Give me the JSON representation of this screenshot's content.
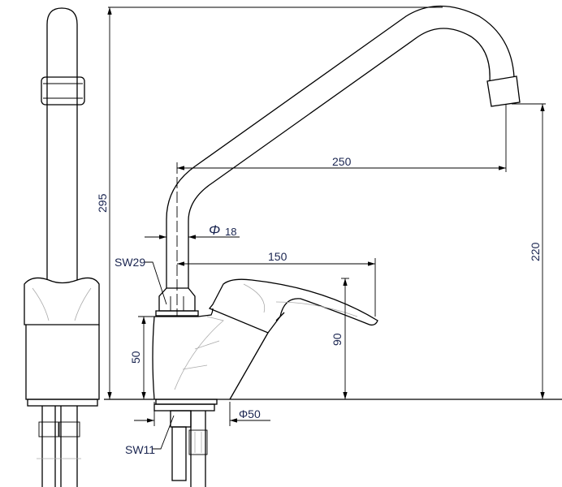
{
  "drawing": {
    "dimensions": {
      "total_height": "295",
      "spout_reach": "250",
      "spout_height": "220",
      "pipe_diameter_symbol": "Φ",
      "pipe_diameter": "18",
      "handle_reach": "150",
      "handle_height": "90",
      "body_height": "50",
      "base_diameter": "Φ50"
    },
    "labels": {
      "nut_wrench_size": "SW29",
      "connector_wrench_size": "SW11"
    }
  }
}
